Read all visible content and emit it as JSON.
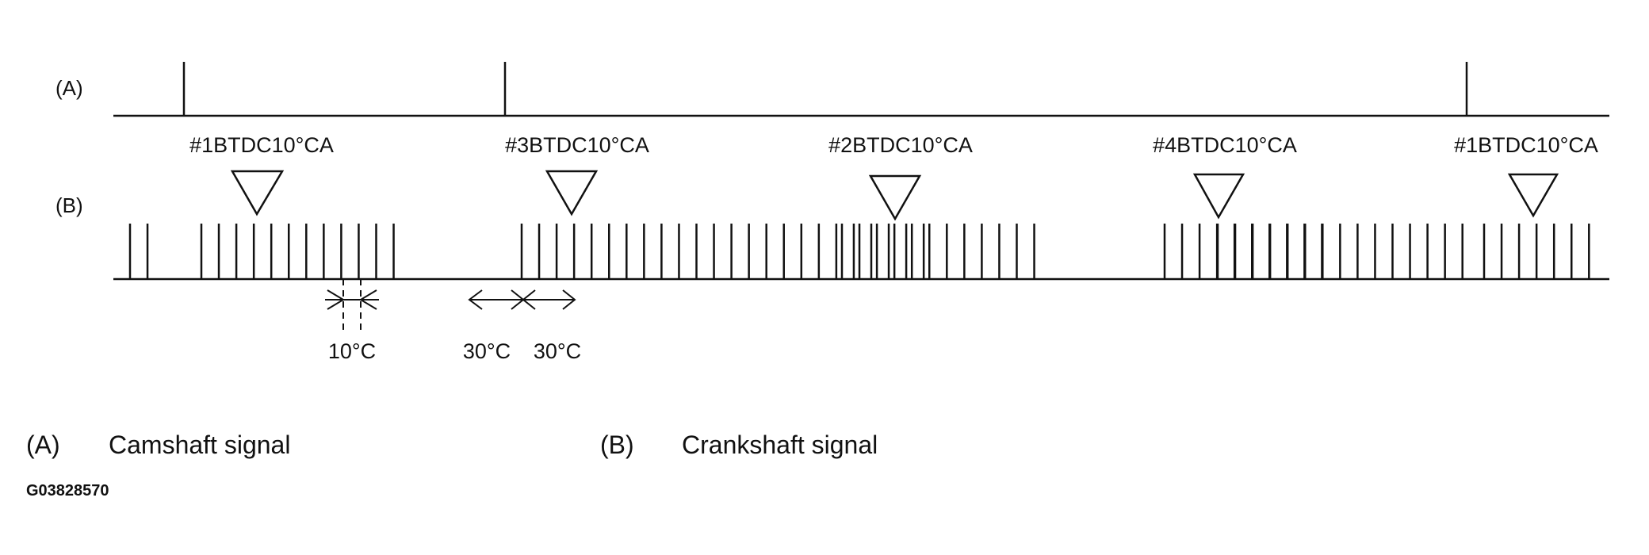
{
  "rows": {
    "a_label": "(A)",
    "b_label": "(B)"
  },
  "tdc_labels": [
    "#1BTDC10°CA",
    "#3BTDC10°CA",
    "#2BTDC10°CA",
    "#4BTDC10°CA",
    "#1BTDC10°CA"
  ],
  "dimensions": {
    "pulse_spacing": "10°C",
    "gap_left": "30°C",
    "gap_right": "30°C"
  },
  "legend": {
    "a_key": "(A)",
    "a_text": "Camshaft signal",
    "b_key": "(B)",
    "b_text": "Crankshaft signal"
  },
  "figure_code": "G03828570",
  "colors": {
    "ink": "#111111",
    "background": "#ffffff"
  }
}
